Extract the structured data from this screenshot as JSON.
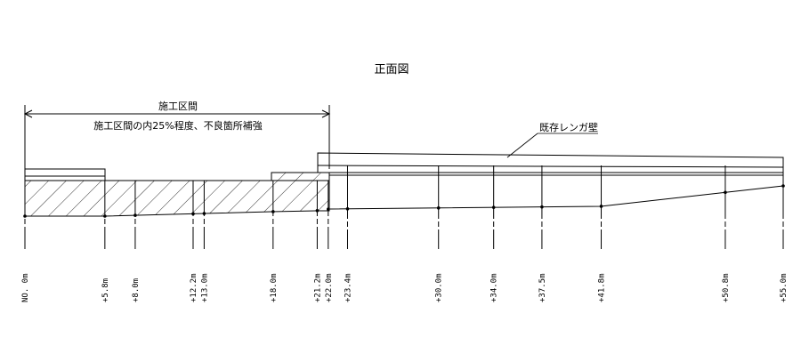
{
  "title": "正面図",
  "construction": {
    "label": "施工区間",
    "note": "施工区間の内25%程度、不良箇所補強"
  },
  "existing_wall_label": "既存レンガ壁",
  "stations": [
    {
      "label": "NO. 0m",
      "value": 0
    },
    {
      "label": "+5.8m",
      "value": 5.8
    },
    {
      "label": "+8.0m",
      "value": 8.0
    },
    {
      "label": "+12.2m",
      "value": 12.2
    },
    {
      "label": "+13.0m",
      "value": 13.0
    },
    {
      "label": "+18.0m",
      "value": 18.0
    },
    {
      "label": "+21.2m",
      "value": 21.2
    },
    {
      "label": "+22.0m",
      "value": 22.0
    },
    {
      "label": "+23.4m",
      "value": 23.4
    },
    {
      "label": "+30.0m",
      "value": 30.0
    },
    {
      "label": "+34.0m",
      "value": 34.0
    },
    {
      "label": "+37.5m",
      "value": 37.5
    },
    {
      "label": "+41.8m",
      "value": 41.8
    },
    {
      "label": "+50.8m",
      "value": 50.8
    },
    {
      "label": "+55.0m",
      "value": 55.0
    }
  ]
}
